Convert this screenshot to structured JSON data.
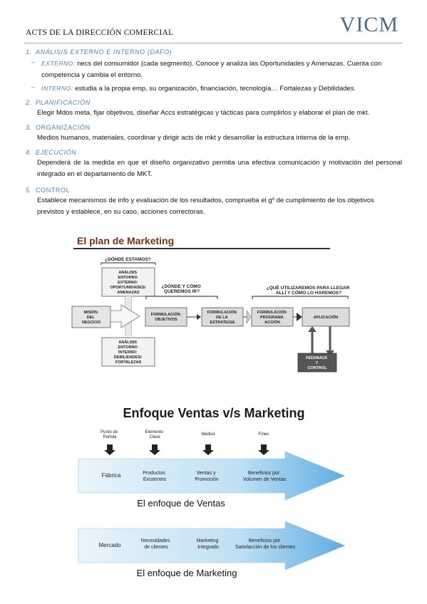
{
  "header": {
    "title": "ACTS DE LA DIRECCIÓN COMERCIAL",
    "logo": "VICM"
  },
  "sections": [
    {
      "num": "1.",
      "title": "ANÁLISIS EXTERNO E INTERNO (DAFO)"
    },
    {
      "num": "2.",
      "title": "PLANIFICACIÓN"
    },
    {
      "num": "3.",
      "title": "ORGANIZACIÓN"
    },
    {
      "num": "4.",
      "title": "EJECUCIÓN"
    },
    {
      "num": "5.",
      "title": "CONTROL"
    }
  ],
  "dafo": {
    "externo_label": "EXTERNO:",
    "externo_text": "necs del consumidor (cada segmento). Conoce y analiza las Oportunidades y Amenazas. Cuenta con competencia y cambia el entorno.",
    "interno_label": "INTERNO:",
    "interno_text": "estudia a la propia emp, su organización, financiación, tecnología… Fortalezas y Debilidades."
  },
  "planificacion_text": "Elegir Mdos meta, fijar objetivos, diseñar Accs estratégicas y tácticas para cumplirlos y elaborar el plan de mkt.",
  "organizacion_text": "Medios humanos, materiales, coordinar y dirigir acts de mkt y desarrollar la estructura interna de la emp.",
  "ejecucion_text": "Dependerá de la medida en que el diseño organizativo permita una efectiva comunicación y motivación del personal integrado en el departamento de MKT.",
  "control_text": "Establece mecanismos de info y evaluación de los resultados, comprueba el gº de cumplimiento de los objetivos previstos y establece, en su caso, acciones correctoras.",
  "plan": {
    "title": "El plan de Marketing",
    "q1": "¿DÓNDE ESTAMOS?",
    "q2a": "¿DÓNDE Y CÓMO",
    "q2b": "QUEREMOS IR?",
    "q3a": "¿QUÉ UTILIZAREMOS PARA LLEGAR",
    "q3b": "ALLÍ Y CÓMO LO HAREMOS?",
    "ext_box": [
      "ANÁLISIS",
      "ENTORNO",
      "EXTERNO:",
      "OPORTUNIDADES/",
      "AMENAZAS"
    ],
    "int_box": [
      "ANÁLISIS",
      "ENTORNO",
      "INTERNO:",
      "DEBILIDADES/",
      "FORTALEZAS"
    ],
    "mision": [
      "MISIÓN",
      "DEL",
      "NEGOCIO"
    ],
    "objetivos": [
      "FORMULACIÓN",
      "OBJETIVOS"
    ],
    "estrategia": [
      "FORMULACIÓN",
      "DE LA",
      "ESTRATEGIA"
    ],
    "programa": [
      "FORMULACIÓN",
      "PROGRAMA",
      "ACCIÓN"
    ],
    "aplicacion": "APLICACIÓN",
    "feedback": [
      "FEEDBACK",
      "Y",
      "CONTROL"
    ]
  },
  "enfoque": {
    "title": "Enfoque Ventas v/s Marketing",
    "top_labels": [
      [
        "Punto de",
        "Partida"
      ],
      [
        "Elemento",
        "Clave"
      ],
      [
        "Medios"
      ],
      [
        "Fines"
      ]
    ],
    "ventas_cells": [
      [
        "Fábrica"
      ],
      [
        "Productos",
        "Existentes"
      ],
      [
        "Ventas y",
        "Promoción"
      ],
      [
        "Beneficios por",
        "Volumen de Ventas"
      ]
    ],
    "ventas_caption": "El enfoque de Ventas",
    "mkt_cells": [
      [
        "Mercado"
      ],
      [
        "Necesidades",
        "de clientes"
      ],
      [
        "Marketing",
        "Integrado"
      ],
      [
        "Beneficios por",
        "Satisfacción de los clientes"
      ]
    ],
    "mkt_caption": "El enfoque de Marketing"
  },
  "colors": {
    "accent": "#4f81bd",
    "arrow_light": "#d6eaf8",
    "arrow_dark": "#5dade2",
    "plan_title": "#7b2f10"
  }
}
